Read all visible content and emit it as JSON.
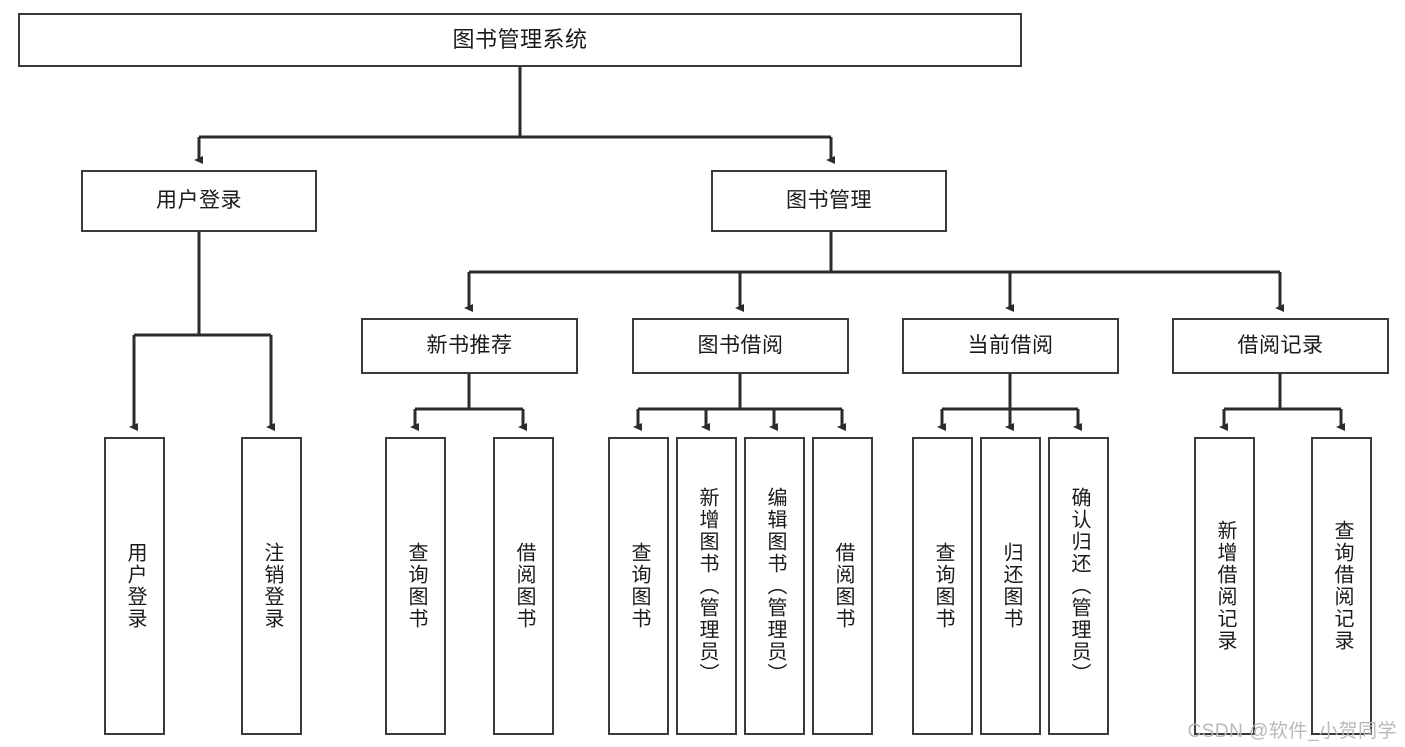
{
  "diagram": {
    "title": "图书管理系统",
    "type": "tree",
    "colors": {
      "box_border": "#3a3a3a",
      "box_fill": "#ffffff",
      "connector": "#2b2b2b",
      "text": "#1a1a1a",
      "watermark": "#b9b9b9",
      "background": "#ffffff"
    },
    "root": {
      "label": "图书管理系统"
    },
    "level2": [
      {
        "label": "用户登录"
      },
      {
        "label": "图书管理"
      }
    ],
    "level3": [
      {
        "label": "新书推荐"
      },
      {
        "label": "图书借阅"
      },
      {
        "label": "当前借阅"
      },
      {
        "label": "借阅记录"
      }
    ],
    "leaves": {
      "user_login": [
        {
          "label": "用户登录"
        },
        {
          "label": "注销登录"
        }
      ],
      "new_book_recommend": [
        {
          "label": "查询图书"
        },
        {
          "label": "借阅图书"
        }
      ],
      "book_borrow": [
        {
          "label": "查询图书"
        },
        {
          "label": "新增图书（管理员）"
        },
        {
          "label": "编辑图书（管理员）"
        },
        {
          "label": "借阅图书"
        }
      ],
      "current_borrow": [
        {
          "label": "查询图书"
        },
        {
          "label": "归还图书"
        },
        {
          "label": "确认归还（管理员）"
        }
      ],
      "borrow_record": [
        {
          "label": "新增借阅记录"
        },
        {
          "label": "查询借阅记录"
        }
      ]
    }
  },
  "watermark": {
    "text": "CSDN @软件_小贺同学"
  }
}
